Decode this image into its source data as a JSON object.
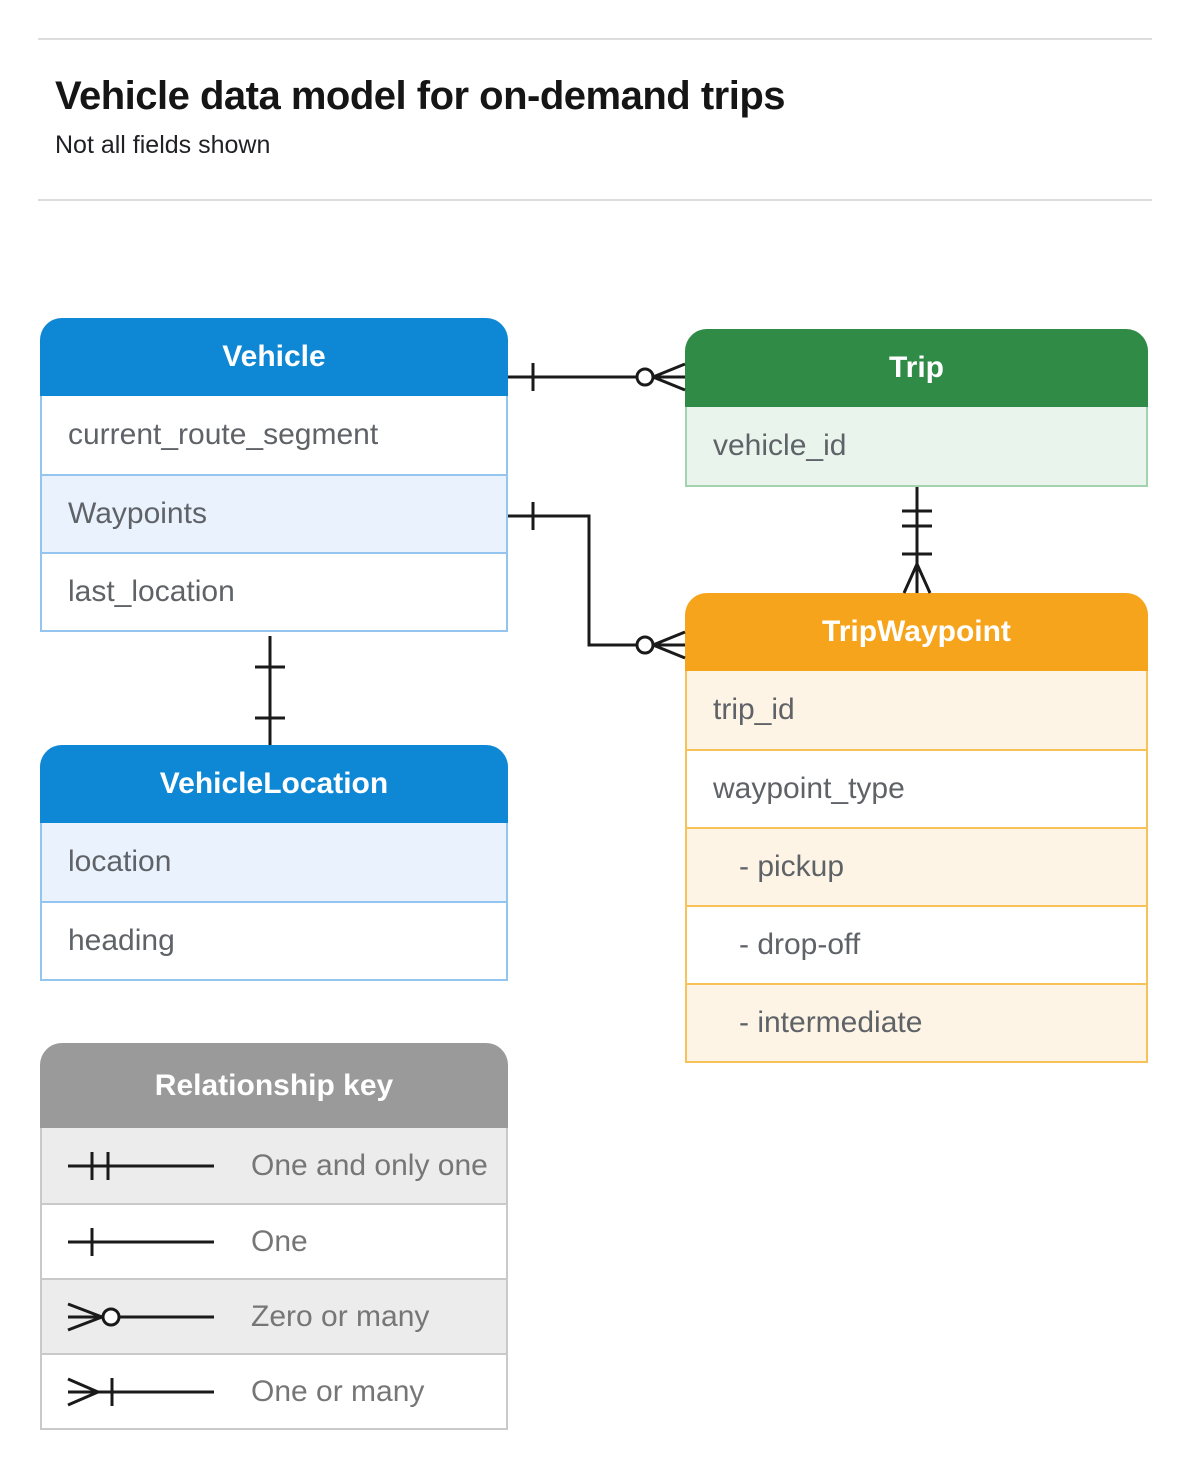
{
  "page": {
    "title": "Vehicle data model for on-demand trips",
    "subtitle": "Not all fields shown"
  },
  "colors": {
    "blue": "#0E87D5",
    "blue_row": "#E9F2FD",
    "blue_border": "#94C5EF",
    "green": "#2F8B46",
    "green_row": "#E9F4EC",
    "green_border": "#A3D3AE",
    "orange": "#F7A41D",
    "orange_row": "#FDF4E5",
    "orange_border": "#F8C258",
    "legend_header": "#9A9A9A",
    "legend_row": "#ECECEC",
    "legend_border": "#C9C9C9",
    "field_text": "#5F6368",
    "legend_text": "#767676",
    "connector": "#1A1A1A"
  },
  "entities": {
    "vehicle": {
      "title": "Vehicle",
      "fields": [
        "current_route_segment",
        "Waypoints",
        "last_location"
      ]
    },
    "trip": {
      "title": "Trip",
      "fields": [
        "vehicle_id"
      ]
    },
    "trip_waypoint": {
      "title": "TripWaypoint",
      "fields": [
        "trip_id",
        "waypoint_type",
        "- pickup",
        "- drop-off",
        "- intermediate"
      ]
    },
    "vehicle_location": {
      "title": "VehicleLocation",
      "fields": [
        "location",
        "heading"
      ]
    }
  },
  "legend": {
    "title": "Relationship key",
    "items": [
      {
        "label": "One and only one",
        "symbol": "one-and-only-one"
      },
      {
        "label": "One",
        "symbol": "one"
      },
      {
        "label": "Zero or many",
        "symbol": "zero-or-many"
      },
      {
        "label": "One or many",
        "symbol": "one-or-many"
      }
    ]
  },
  "relationships": [
    {
      "from": "Vehicle",
      "to": "Trip",
      "from_end": "one",
      "to_end": "zero or many"
    },
    {
      "from": "Vehicle.Waypoints",
      "to": "TripWaypoint",
      "from_end": "one",
      "to_end": "zero or many"
    },
    {
      "from": "Trip",
      "to": "TripWaypoint",
      "from_end": "one and only one",
      "to_end": "one or many"
    },
    {
      "from": "Vehicle",
      "to": "VehicleLocation",
      "from_end": "one",
      "to_end": "one"
    }
  ]
}
